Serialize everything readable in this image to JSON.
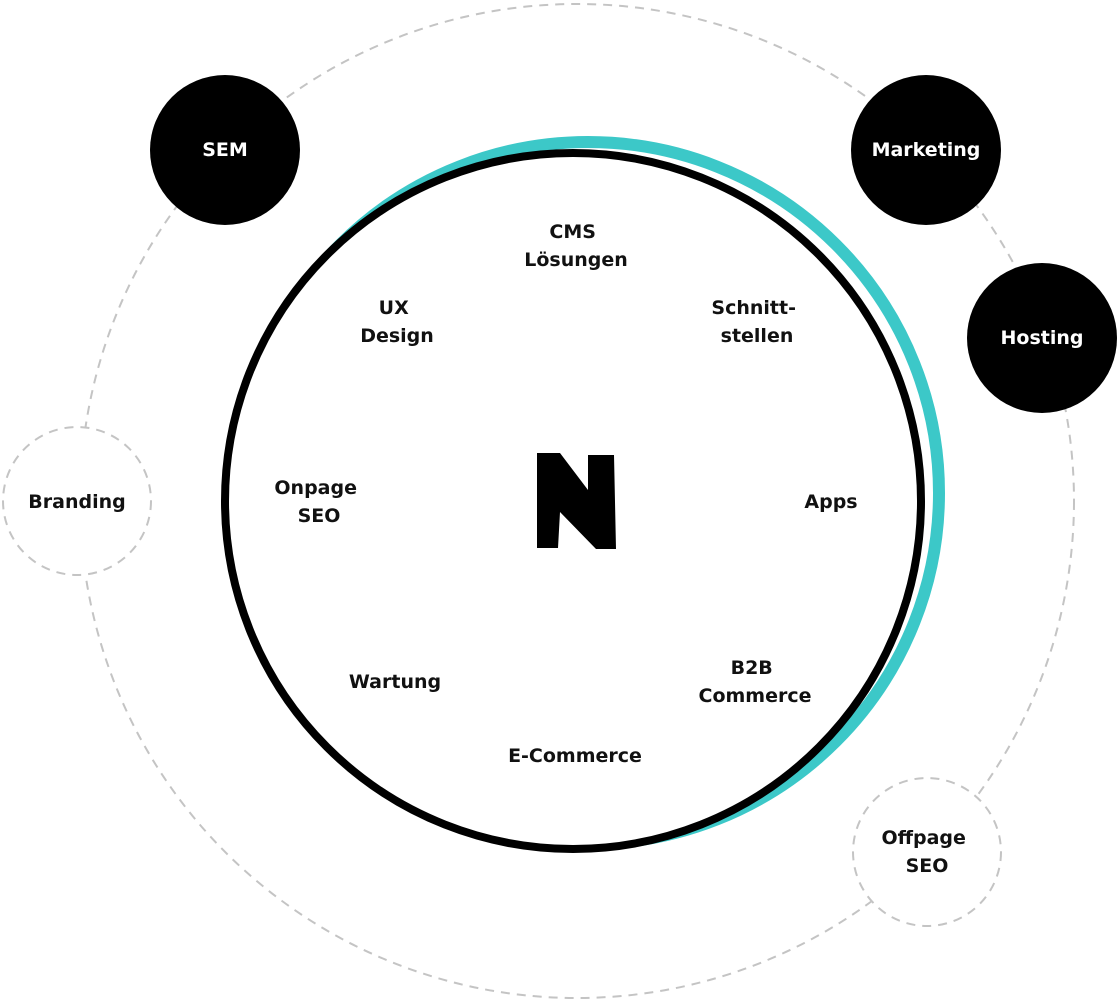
{
  "colors": {
    "accent": "#3cc8c8",
    "ring": "#000000",
    "dashed": "#bdbdbd",
    "text": "#111111",
    "filled_text": "#ffffff"
  },
  "center_logo": {
    "icon": "n-logo-icon"
  },
  "core_services": [
    {
      "id": "cms",
      "lines": [
        "CMS",
        "Lösungen"
      ]
    },
    {
      "id": "schnittstellen",
      "lines": [
        "Schnitt-",
        "stellen"
      ]
    },
    {
      "id": "apps",
      "lines": [
        "Apps"
      ]
    },
    {
      "id": "b2b-commerce",
      "lines": [
        "B2B",
        "Commerce"
      ]
    },
    {
      "id": "e-commerce",
      "lines": [
        "E-Commerce"
      ]
    },
    {
      "id": "wartung",
      "lines": [
        "Wartung"
      ]
    },
    {
      "id": "onpage-seo",
      "lines": [
        "Onpage",
        "SEO"
      ]
    },
    {
      "id": "ux-design",
      "lines": [
        "UX",
        "Design"
      ]
    }
  ],
  "outer_nodes": [
    {
      "id": "sem",
      "style": "filled",
      "lines": [
        "SEM"
      ]
    },
    {
      "id": "marketing",
      "style": "filled",
      "lines": [
        "Marketing"
      ]
    },
    {
      "id": "hosting",
      "style": "filled",
      "lines": [
        "Hosting"
      ]
    },
    {
      "id": "branding",
      "style": "dashed",
      "lines": [
        "Branding"
      ]
    },
    {
      "id": "offpage-seo",
      "style": "dashed",
      "lines": [
        "Offpage",
        "SEO"
      ]
    }
  ]
}
